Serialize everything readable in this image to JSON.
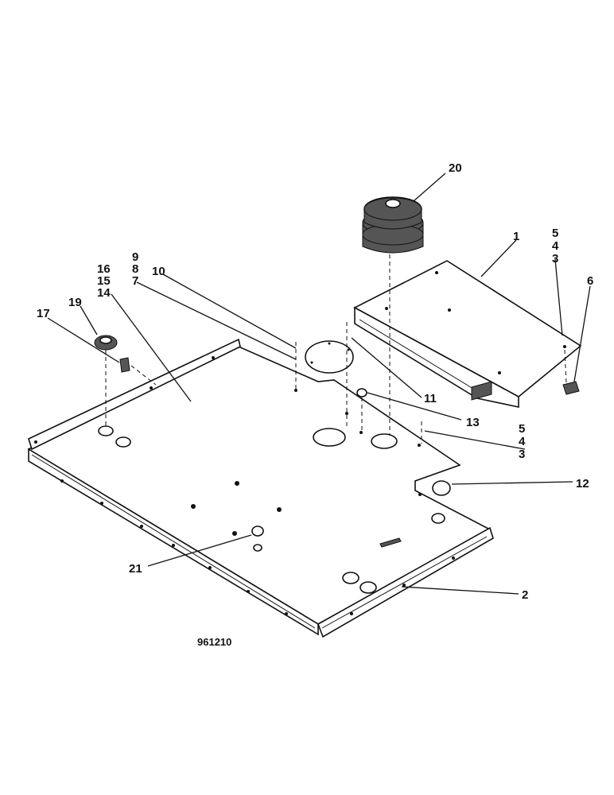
{
  "diagram": {
    "reference_number": "961210",
    "callouts": {
      "c1": "1",
      "c2": "2",
      "c3a": "3",
      "c4a": "4",
      "c5a": "5",
      "c3b": "3",
      "c4b": "4",
      "c5b": "5",
      "c6": "6",
      "c7": "7",
      "c8": "8",
      "c9": "9",
      "c10": "10",
      "c11": "11",
      "c12": "12",
      "c13": "13",
      "c14": "14",
      "c15": "15",
      "c16": "16",
      "c17": "17",
      "c19": "19",
      "c20": "20",
      "c21": "21"
    }
  }
}
